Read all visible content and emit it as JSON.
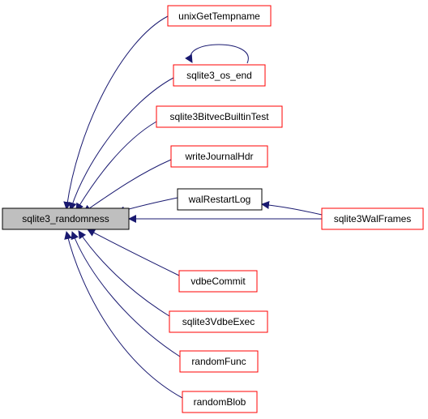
{
  "colors": {
    "edge": "#191970",
    "focus_fill": "#bfbfbf",
    "focus_border": "#000000",
    "node_border_red": "#ff0000",
    "node_border_black": "#000000",
    "node_fill": "#ffffff"
  },
  "nodes": {
    "focus": "sqlite3_randomness",
    "unixGetTempname": "unixGetTempname",
    "sqlite3_os_end": "sqlite3_os_end",
    "sqlite3BitvecBuiltinTest": "sqlite3BitvecBuiltinTest",
    "writeJournalHdr": "writeJournalHdr",
    "walRestartLog": "walRestartLog",
    "sqlite3WalFrames": "sqlite3WalFrames",
    "vdbeCommit": "vdbeCommit",
    "sqlite3VdbeExec": "sqlite3VdbeExec",
    "randomFunc": "randomFunc",
    "randomBlob": "randomBlob"
  }
}
